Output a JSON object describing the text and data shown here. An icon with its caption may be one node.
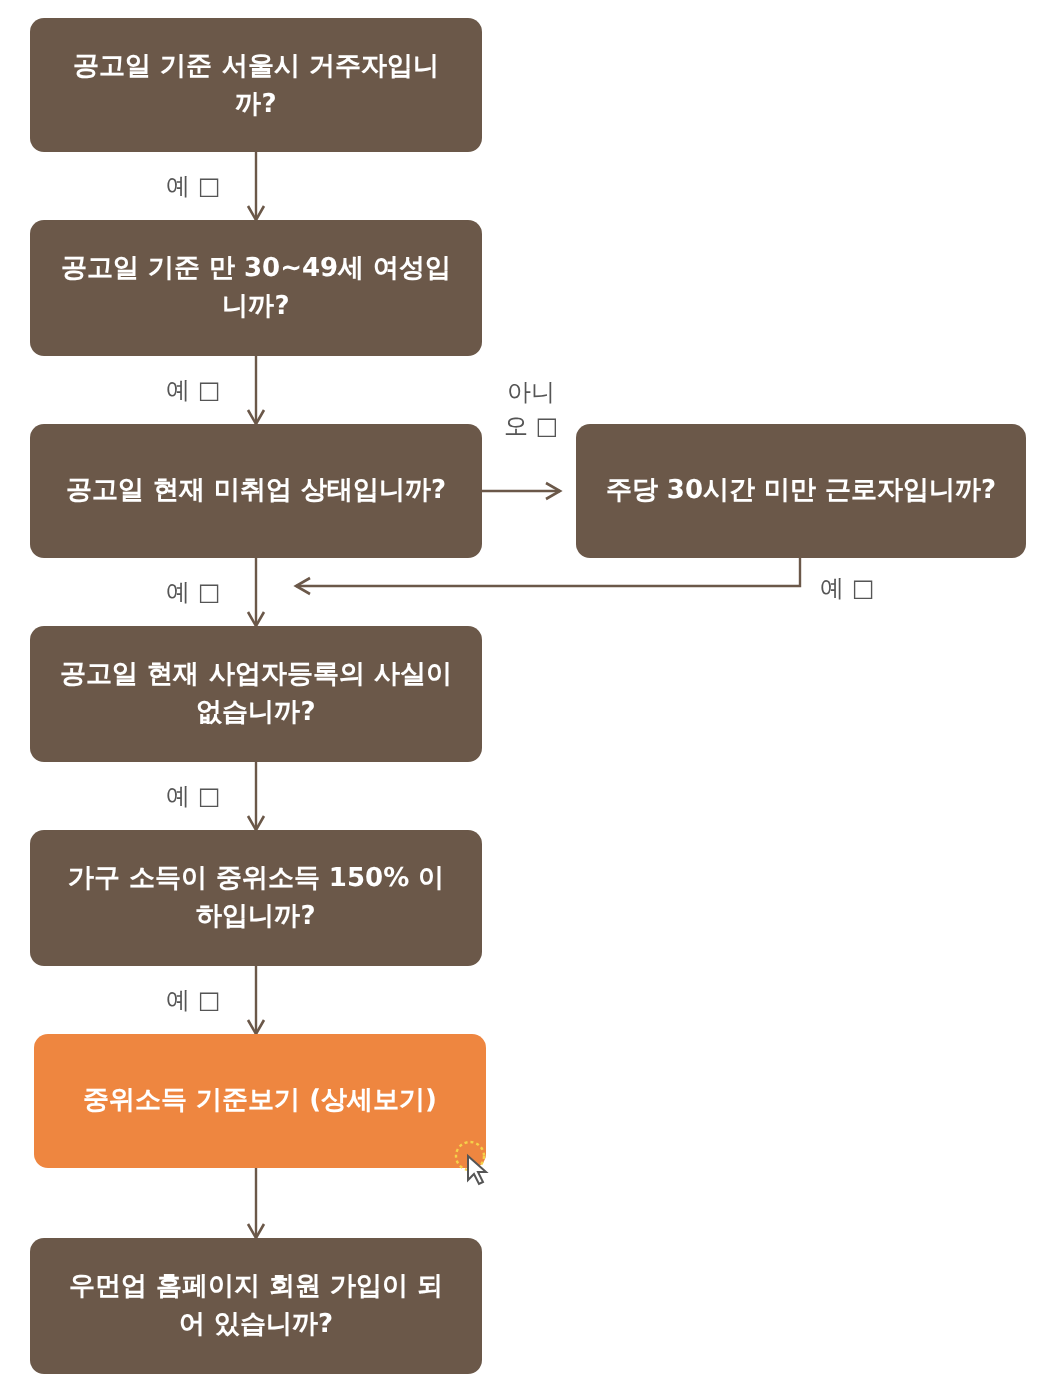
{
  "diagram": {
    "nodes": [
      {
        "text": [
          "공고일 기준 서울시 거주자입니까?"
        ]
      },
      {
        "text": [
          "공고일 기준 만 30~49세 여성입니까?"
        ]
      },
      {
        "text": [
          "공고일 현재 미취업 상태입니까?"
        ]
      },
      {
        "text": [
          "주당 30시간 미만 근로자입니까?"
        ]
      },
      {
        "text": [
          "공고일 현재 사업자등록의 사실이 없습니까?"
        ]
      },
      {
        "text": [
          "가구 소득이 중위소득 150% 이하입니까?"
        ]
      },
      {
        "text": [
          "중위소득 기준보기 (상세보기)"
        ]
      },
      {
        "text": [
          "우먼업 홈페이지 회원 가입이 되어 있습니까?"
        ]
      }
    ],
    "edges": [
      {
        "from": 0,
        "to": 1,
        "arrow": "to",
        "label": "예 □"
      },
      {
        "from": 1,
        "to": 2,
        "arrow": "to",
        "label": "예 □"
      },
      {
        "from": 2,
        "to": 3,
        "arrow": "to",
        "label": "아니오 □"
      },
      {
        "from": 3,
        "to": 4,
        "arrow": "to",
        "label": "예 □"
      },
      {
        "from": 2,
        "to": 4,
        "arrow": "to",
        "label": "예 □"
      },
      {
        "from": 4,
        "to": 5,
        "arrow": "to",
        "label": "예 □"
      },
      {
        "from": 5,
        "to": 6,
        "arrow": "to",
        "label": "예 □"
      },
      {
        "from": 6,
        "to": 7,
        "arrow": "to"
      }
    ]
  }
}
